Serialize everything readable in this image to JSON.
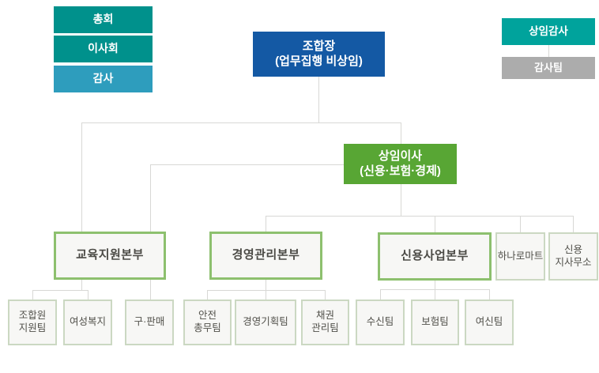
{
  "colors": {
    "teal": "#00918C",
    "teal_bright": "#00A39C",
    "light_blue": "#2E9DBD",
    "dark_blue": "#1459A4",
    "green": "#58A634",
    "gray": "#ACACAC",
    "division_border": "#8DC06E",
    "light_border": "#CBD8C2",
    "box_background": "#F7F7F5",
    "connector_line": "#D8D8D5",
    "dark_text": "#4B4A45"
  },
  "governance": {
    "items": [
      {
        "label": "총회"
      },
      {
        "label": "이사회"
      },
      {
        "label": "감사"
      }
    ]
  },
  "chairman": {
    "label": "조합장\n(업무집행 비상임)"
  },
  "audit": {
    "head_label": "상임감사",
    "team_label": "감사팀"
  },
  "executive": {
    "label": "상임이사\n(신용·보험·경제)"
  },
  "divisions": {
    "items": [
      {
        "label": "교육지원본부"
      },
      {
        "label": "경영관리본부"
      },
      {
        "label": "신용사업본부"
      }
    ]
  },
  "affiliates": {
    "items": [
      {
        "label": "하나로마트"
      },
      {
        "label": "신용\n지사무소"
      }
    ]
  },
  "teams": {
    "items": [
      {
        "label": "조합원\n지원팀"
      },
      {
        "label": "여성복지"
      },
      {
        "label": "구·판매"
      },
      {
        "label": "안전\n총무팀"
      },
      {
        "label": "경영기획팀"
      },
      {
        "label": "채권\n관리팀"
      },
      {
        "label": "수신팀"
      },
      {
        "label": "보험팀"
      },
      {
        "label": "여신팀"
      }
    ]
  }
}
